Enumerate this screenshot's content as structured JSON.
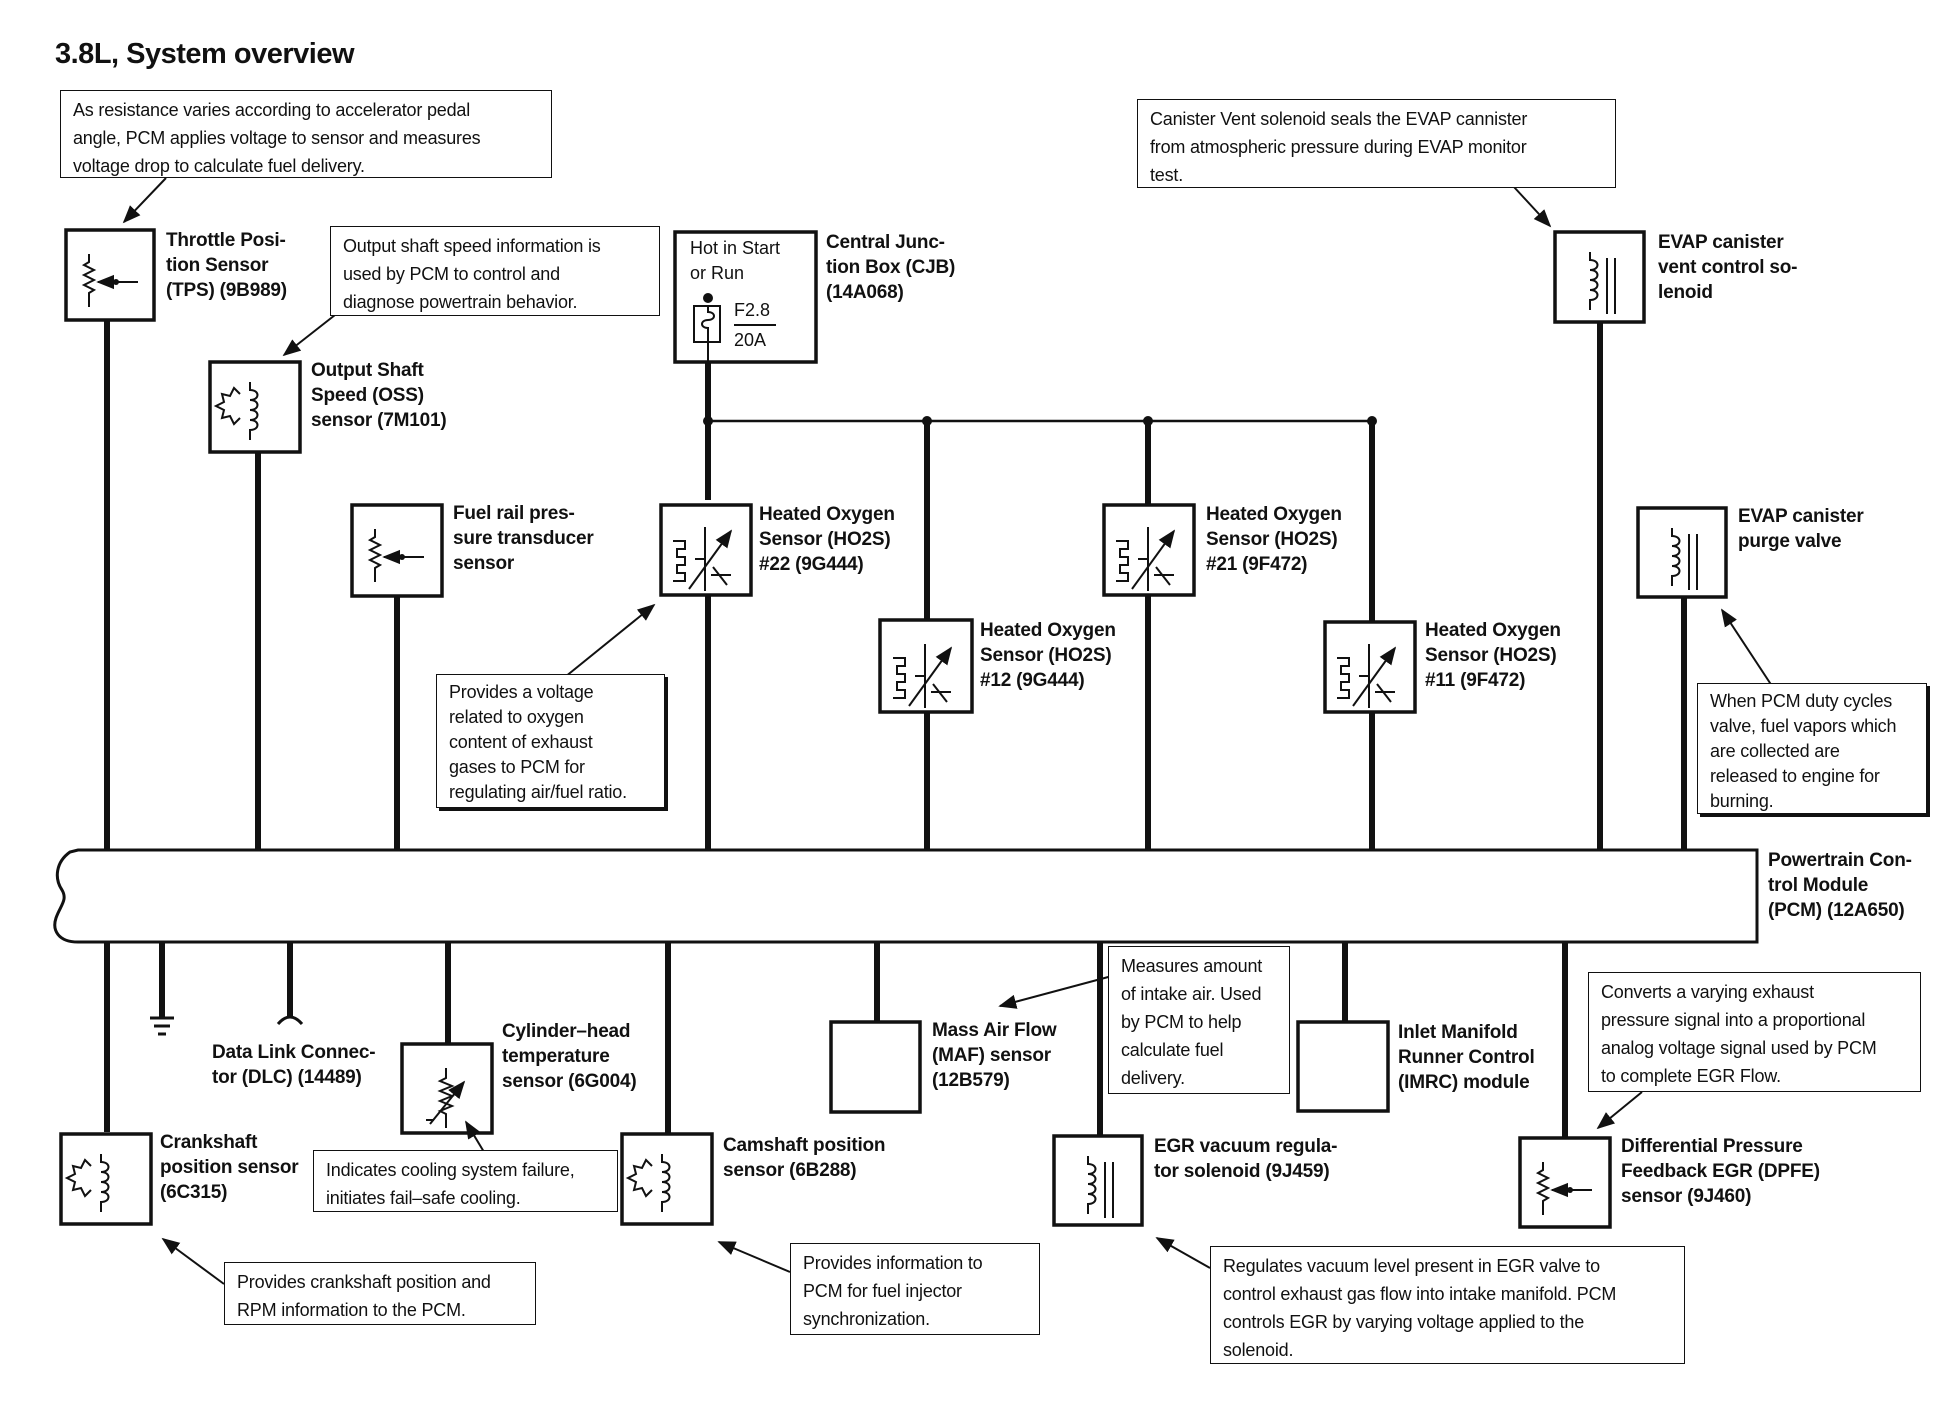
{
  "title": "3.8L, System overview",
  "pcm_label": "Powertrain Con-\ntrol Module\n(PCM) (12A650)",
  "cjb": {
    "label": "Central Junc-\ntion Box (CJB)\n(14A068)",
    "hot_text": "Hot in Start\nor Run",
    "fuse_id": "F2.8",
    "fuse_rating": "20A"
  },
  "components": {
    "tps": "Throttle Posi-\ntion Sensor\n(TPS) (9B989)",
    "oss": "Output Shaft\nSpeed (OSS)\nsensor (7M101)",
    "fuel_rail": "Fuel rail pres-\nsure transducer\nsensor",
    "ho2s_22": "Heated Oxygen\nSensor (HO2S)\n#22 (9G444)",
    "ho2s_12": "Heated Oxygen\nSensor (HO2S)\n#12 (9G444)",
    "ho2s_21": "Heated Oxygen\nSensor (HO2S)\n#21 (9F472)",
    "ho2s_11": "Heated Oxygen\nSensor (HO2S)\n#11 (9F472)",
    "evap_vent": "EVAP canister\nvent control so-\nlenoid",
    "evap_purge": "EVAP canister\npurge valve",
    "dlc": "Data Link Connec-\ntor (DLC) (14489)",
    "cht": "Cylinder–head\ntemperature\nsensor (6G004)",
    "maf": "Mass Air Flow\n(MAF) sensor\n(12B579)",
    "imrc": "Inlet Manifold\nRunner Control\n(IMRC) module",
    "ckp": "Crankshaft\nposition sensor\n(6C315)",
    "cmp": "Camshaft position\nsensor (6B288)",
    "egr_vr": "EGR vacuum regula-\ntor solenoid (9J459)",
    "dpfe": "Differential Pressure\nFeedback EGR (DPFE)\nsensor (9J460)"
  },
  "notes": {
    "tps": "As resistance varies according to accelerator pedal\nangle, PCM applies voltage to sensor and measures\nvoltage drop to calculate fuel delivery.",
    "oss": "Output shaft speed information is\nused by PCM to control and\ndiagnose powertrain behavior.",
    "evap_vent": "Canister Vent solenoid seals the EVAP cannister\nfrom atmospheric pressure during EVAP monitor\ntest.",
    "ho2s": "Provides a voltage\nrelated to oxygen\ncontent of exhaust\ngases to PCM for\nregulating air/fuel ratio.",
    "evap_purge": "When PCM duty cycles\nvalve, fuel vapors which\nare collected are\nreleased to engine for\nburning.",
    "maf": "Measures amount\nof intake air. Used\nby PCM to help\ncalculate fuel\ndelivery.",
    "dpfe": "Converts a varying exhaust\npressure signal into a proportional\nanalog voltage signal used by PCM\nto complete EGR Flow.",
    "cht": "Indicates cooling system failure,\ninitiates fail–safe cooling.",
    "ckp": "Provides crankshaft position and\nRPM information to the PCM.",
    "cmp": "Provides information to\nPCM for fuel injector\nsynchronization.",
    "egr_vr": "Regulates vacuum level present in EGR valve to\ncontrol exhaust gas flow into intake manifold.  PCM\ncontrols EGR by varying voltage applied to the\nsolenoid."
  }
}
